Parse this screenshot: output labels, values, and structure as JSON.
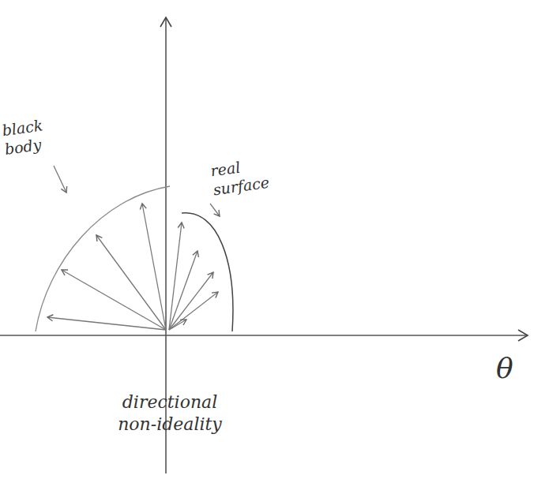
{
  "diagram": {
    "labels": [
      "black body",
      "real surface",
      "θ",
      "directional non-ideality"
    ]
  }
}
